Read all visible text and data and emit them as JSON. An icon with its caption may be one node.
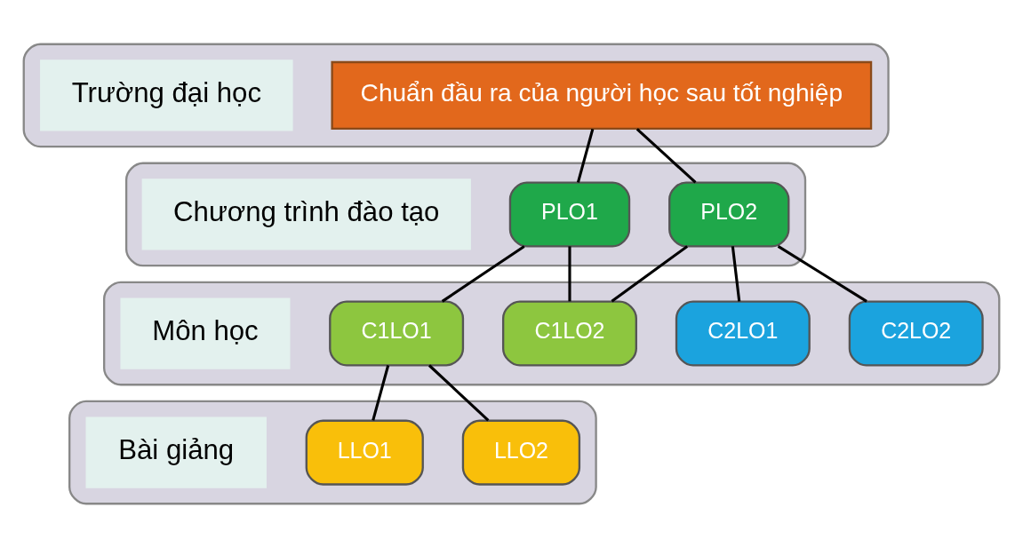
{
  "diagram": {
    "nodes": [
      {
        "text": [],
        "shape": "box"
      },
      {
        "text": [
          "Trường đại học"
        ],
        "in": 0
      },
      {
        "text": [
          "Chuẩn đầu ra của người học sau tốt nghiệp"
        ],
        "in": 0
      },
      {
        "text": [],
        "shape": "box"
      },
      {
        "text": [
          "Chương trình đào tạo"
        ],
        "in": 3
      },
      {
        "text": [
          "PLO1"
        ],
        "in": 3
      },
      {
        "text": [
          "PLO2"
        ],
        "in": 3
      },
      {
        "text": [],
        "shape": "box"
      },
      {
        "text": [
          "Môn học"
        ],
        "in": 7
      },
      {
        "text": [
          "C1LO1"
        ],
        "in": 7
      },
      {
        "text": [
          "C1LO2"
        ],
        "in": 7
      },
      {
        "text": [
          "C2LO1"
        ],
        "in": 7
      },
      {
        "text": [
          "C2LO2"
        ],
        "in": 7
      },
      {
        "text": [],
        "shape": "box"
      },
      {
        "text": [
          "Bài giảng"
        ],
        "in": 13
      },
      {
        "text": [
          "LLO1"
        ],
        "in": 13
      },
      {
        "text": [
          "LLO2"
        ],
        "in": 13
      }
    ],
    "edges": [
      {
        "from": 2,
        "to": 5,
        "arrow": "none"
      },
      {
        "from": 2,
        "to": 6,
        "arrow": "none"
      },
      {
        "from": 5,
        "to": 9,
        "arrow": "none"
      },
      {
        "from": 5,
        "to": 10,
        "arrow": "none"
      },
      {
        "from": 6,
        "to": 10,
        "arrow": "none"
      },
      {
        "from": 6,
        "to": 11,
        "arrow": "none"
      },
      {
        "from": 6,
        "to": 12,
        "arrow": "none"
      },
      {
        "from": 9,
        "to": 15,
        "arrow": "none"
      },
      {
        "from": 9,
        "to": 16,
        "arrow": "none"
      }
    ]
  }
}
